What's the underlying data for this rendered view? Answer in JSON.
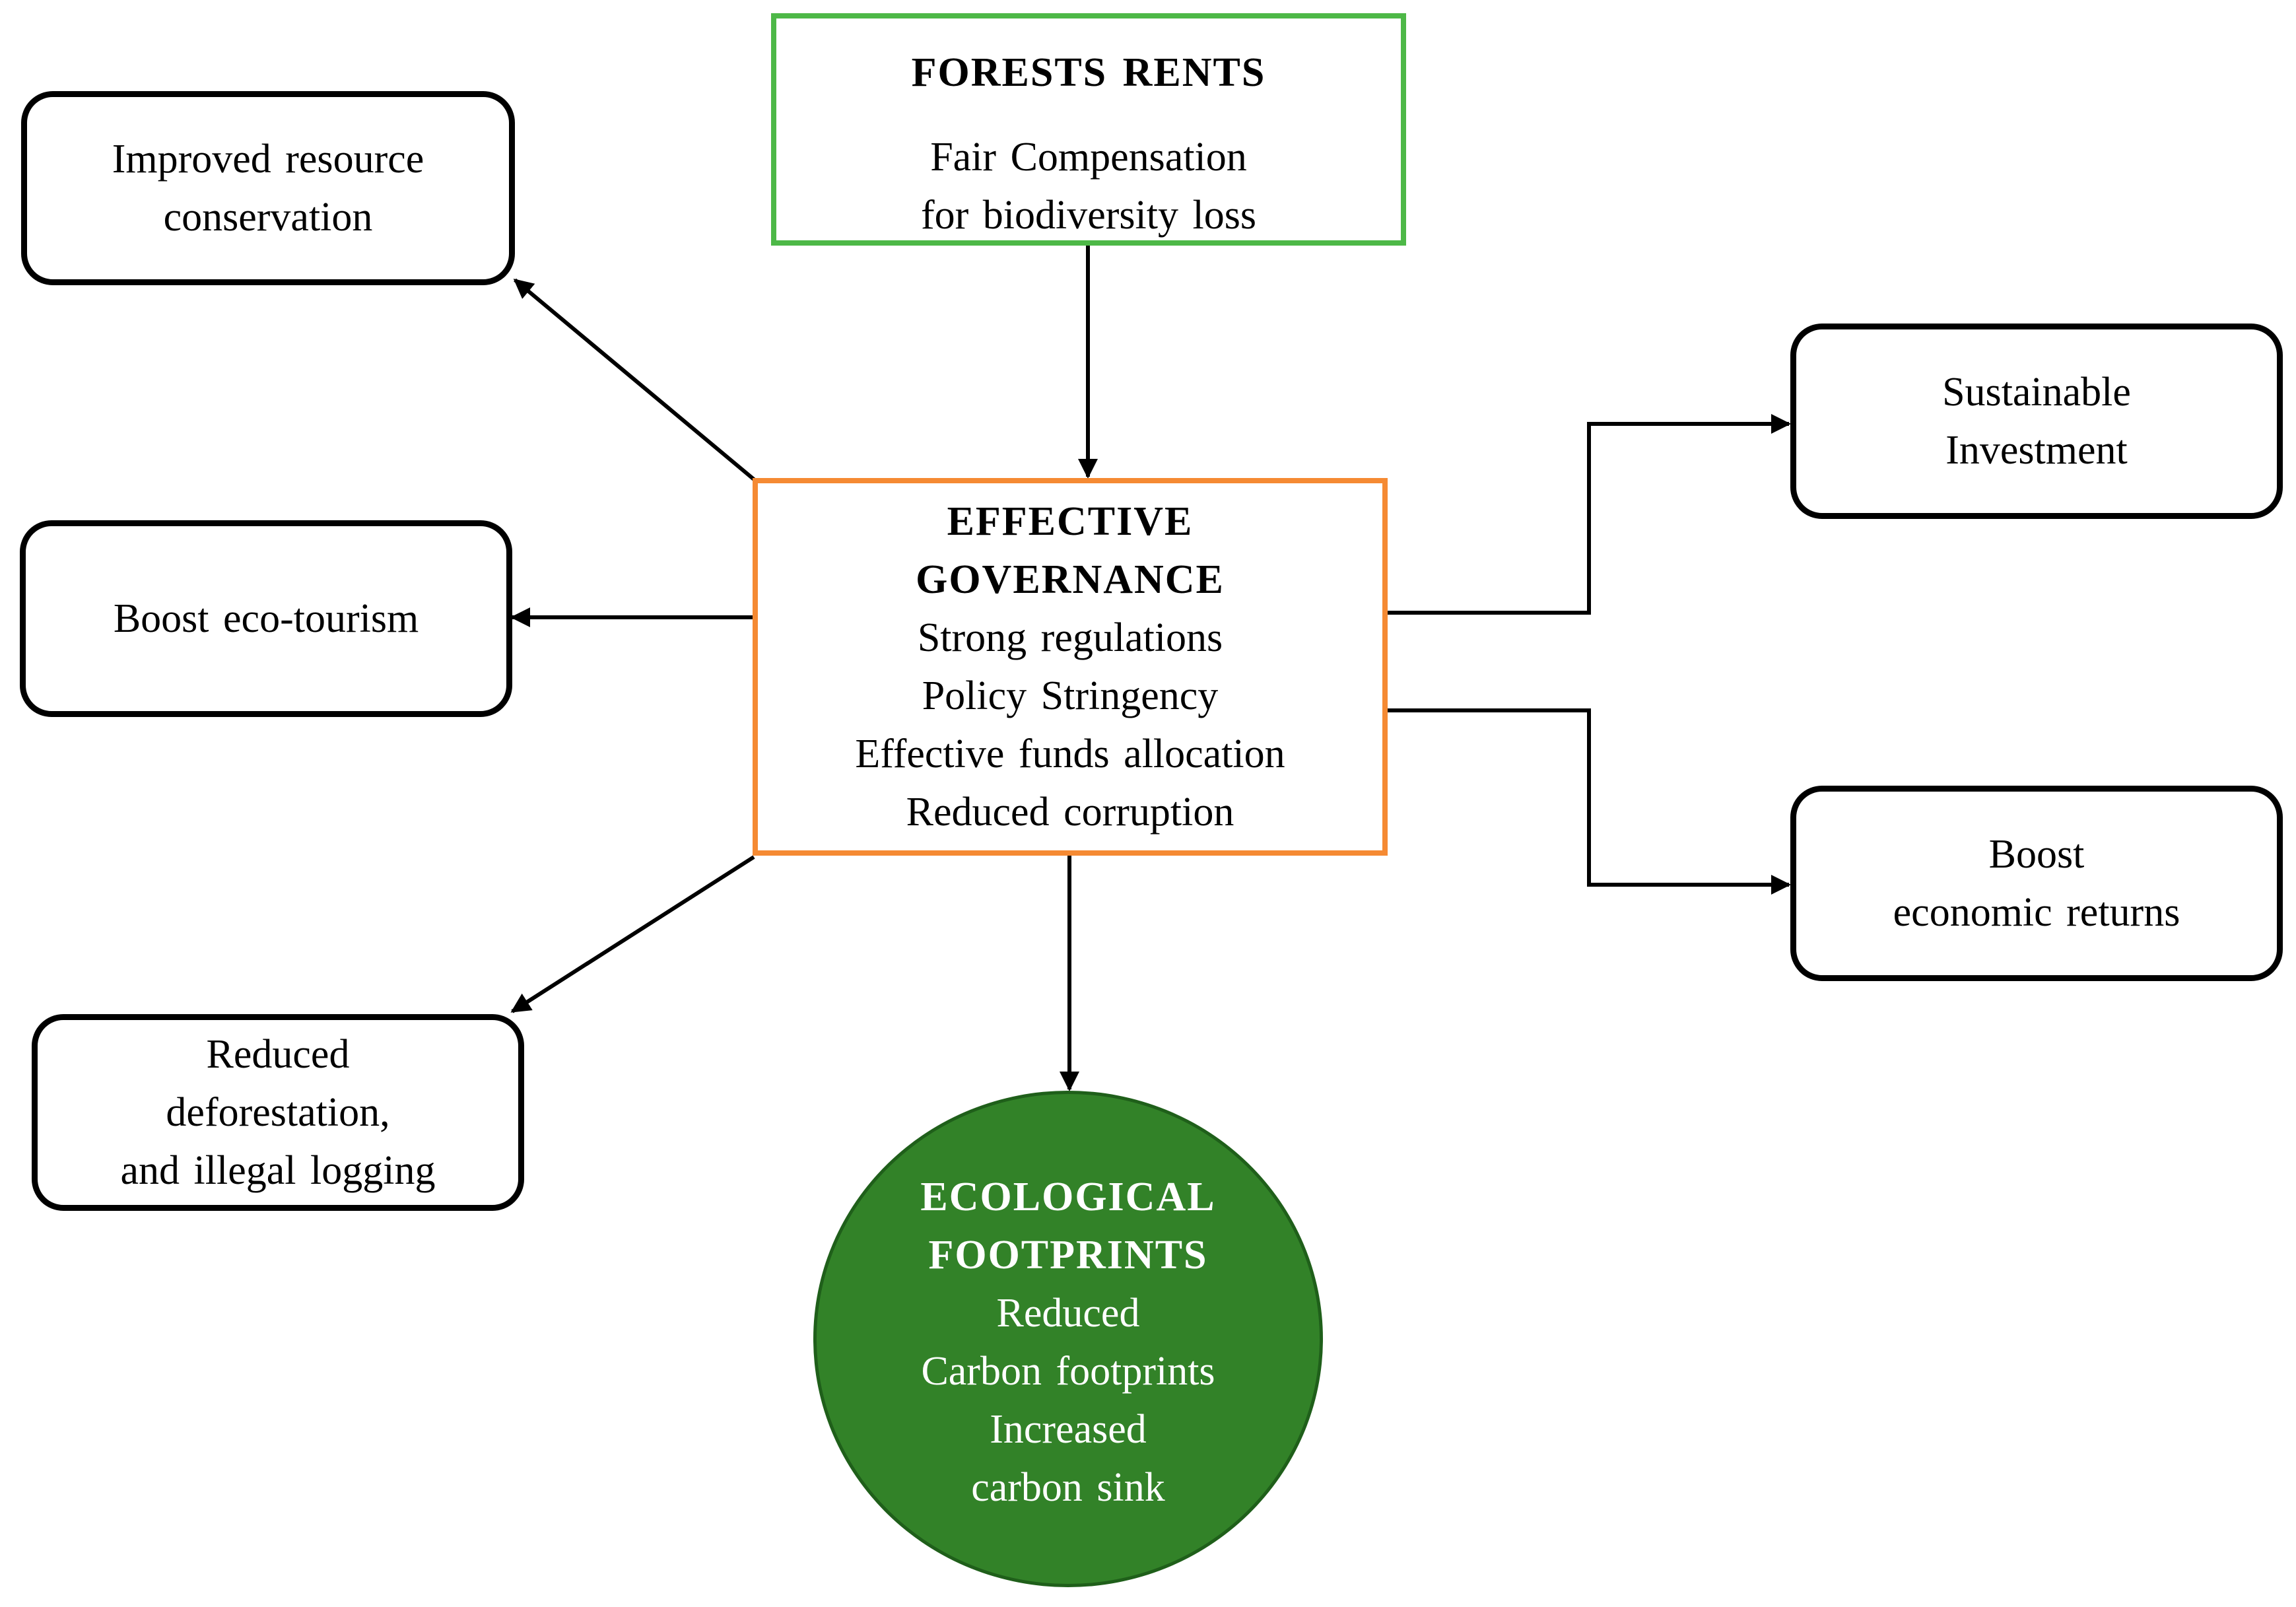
{
  "forests_rents": {
    "title": "FORESTS RENTS",
    "lines": [
      "Fair Compensation",
      "for biodiversity  loss"
    ]
  },
  "effective_governance": {
    "title_lines": [
      "EFFECTIVE",
      "GOVERNANCE"
    ],
    "lines": [
      "Strong regulations",
      "Policy Stringency",
      "Effective  funds  allocation",
      "Reduced corruption"
    ]
  },
  "ecological_footprints": {
    "title_lines": [
      "ECOLOGICAL",
      "FOOTPRINTS"
    ],
    "lines": [
      "Reduced",
      "Carbon footprints",
      "Increased",
      "carbon sink"
    ]
  },
  "outcomes": {
    "conservation": [
      "Improved resource",
      "conservation"
    ],
    "ecotourism": [
      "Boost eco-tourism"
    ],
    "deforestation": [
      "Reduced",
      "deforestation,",
      "and illegal logging"
    ],
    "investment": [
      "Sustainable",
      "Investment"
    ],
    "returns": [
      "Boost",
      "economic  returns"
    ]
  },
  "colors": {
    "forests_border": "#4db847",
    "governance_border": "#f58a33",
    "footprints_fill": "#328228",
    "text": "#000000",
    "footprints_text": "#ffffff"
  }
}
